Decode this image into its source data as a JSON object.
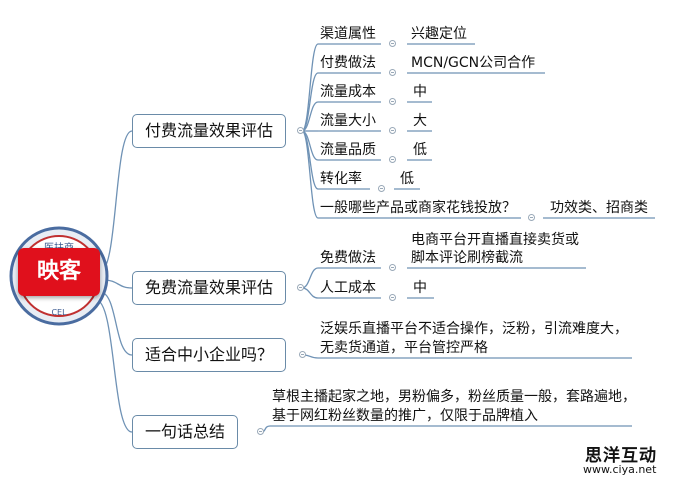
{
  "root": {
    "label": "映客"
  },
  "branches": [
    {
      "label": "付费流量效果评估",
      "items": [
        {
          "key": "渠道属性",
          "value": "兴趣定位"
        },
        {
          "key": "付费做法",
          "value": "MCN/GCN公司合作"
        },
        {
          "key": "流量成本",
          "value": "中"
        },
        {
          "key": "流量大小",
          "value": "大"
        },
        {
          "key": "流量品质",
          "value": "低"
        },
        {
          "key": "转化率",
          "value": "低"
        },
        {
          "key": "一般哪些产品或商家花钱投放？",
          "value": "功效类、招商类"
        }
      ]
    },
    {
      "label": "免费流量效果评估",
      "items": [
        {
          "key": "免费做法",
          "value_lines": [
            "电商平台开直播直接卖货或",
            "脚本评论刷榜截流"
          ]
        },
        {
          "key": "人工成本",
          "value": "中"
        }
      ]
    },
    {
      "label": "适合中小企业吗？",
      "text_lines": [
        "泛娱乐直播平台不适合操作，泛粉，引流难度大，",
        "无卖货通道，平台管控严格"
      ]
    },
    {
      "label": "一句话总结",
      "text_lines": [
        "草根主播起家之地，男粉偏多，粉丝质量一般，套路遍地，",
        "基于网红粉丝数量的推广，仅限于品牌植入"
      ]
    }
  ],
  "watermark": {
    "name": "思洋互动",
    "url": "www.ciya.net"
  },
  "colors": {
    "root_bg": "#e0101c",
    "branch_border": "#6a8ba8",
    "connector": "#6f92b5"
  }
}
